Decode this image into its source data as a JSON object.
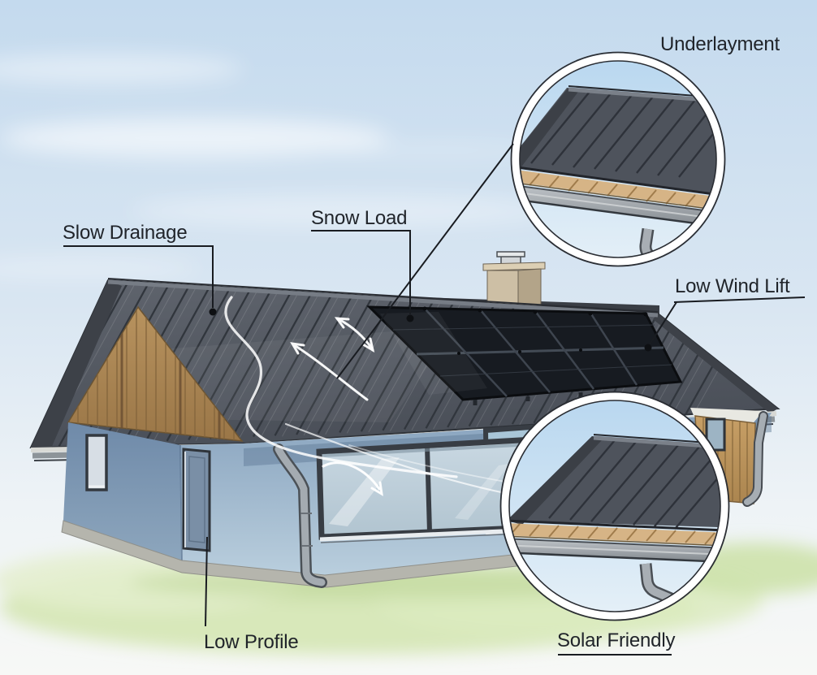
{
  "diagram": {
    "subject": "standing-seam-metal-roof-house",
    "labels": {
      "underlayment": "Underlayment",
      "slow_drainage": "Slow Drainage",
      "snow_load": "Snow Load",
      "low_wind_lift": "Low Wind Lift",
      "low_profile": "Low Profile",
      "solar_friendly": "Solar Friendly"
    },
    "callouts": {
      "top_circle": "underlayment-eave-closeup",
      "bottom_circle": "solar-friendly-eave-closeup"
    },
    "colors": {
      "sky_top": "#c4daee",
      "roof_metal": "#565b64",
      "roof_seam": "#31363d",
      "wall_front": "#a2bcd2",
      "wall_gable": "#7e99b4",
      "wood_siding": "#b18c57",
      "underlayment_wood": "#d6b486",
      "solar_panel": "#171b21",
      "gutter_metal": "#9aa0a6",
      "grass": "#d4e6b4",
      "label_text": "#20242a",
      "leader_line": "#191c21",
      "flow_arrow": "#ffffff"
    }
  }
}
